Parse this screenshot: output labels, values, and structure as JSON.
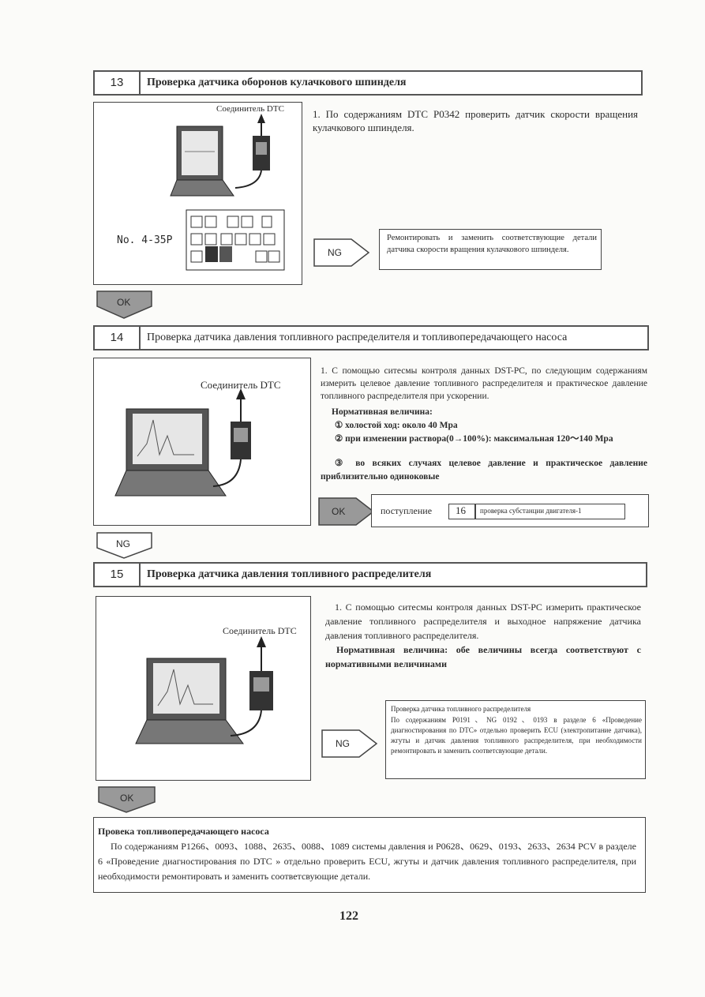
{
  "section13": {
    "number": "13",
    "title": "Проверка датчика оборонов кулачкового шпинделя",
    "connector_caption": "Соединитель DTC",
    "ref_label": "No. 4-35P",
    "step1": "1. По содержаниям DTC P0342 проверить датчик скорости вращения кулачкового шпинделя.",
    "ng_label": "NG",
    "ng_text": "Ремонтировать и заменить соответствующие детали датчика скорости вращения кулачкового шпинделя.",
    "ok_label": "OK"
  },
  "section14": {
    "number": "14",
    "title": "Проверка датчика давления топливного распределителя и топливопередачающего насоса",
    "connector_caption": "Соединитель DTC",
    "step1": "1. С помощью ситесмы контроля данных DST-PC, по следующим содержаниям измерить целевое давление топливного распределителя и практическое давление топливного распределителя при ускорении.",
    "norm_heading": "Нормативная величина:",
    "norm1": "① холостой ход: около 40 Mpa",
    "norm2": "② при изменении раствора(0→100%): максимальная 120～140 Mpa",
    "norm3": "③ во всяких случаях целевое давление и практическое давление приблизительно одиноковые",
    "ok_label": "OK",
    "goto_label": "поступление",
    "goto_number": "16",
    "goto_text": "проверка субстанции двигателя-1",
    "ng_label": "NG"
  },
  "section15": {
    "number": "15",
    "title": "Проверка датчика давления топливного распределителя",
    "connector_caption": "Соединитель DTC",
    "step1": "1. С помощью ситесмы контроля данных DST-PC измерить практическое давление топливного распределителя и выходное напряжение датчика давления топливного распределителя.",
    "norm_text": "Нормативная величина: обе величины всегда соответствуют с нормативными величинами",
    "ng_label": "NG",
    "ng_title": "Проверка датчика топливного распределителя",
    "ng_text": "По содержаниям P0191、NG 0192、0193 в разделе 6 «Проведение диагностирования по DTC» отдельно проверить ECU (электропитание датчика), жгуты и датчик давления топливного распределителя, при необходимости ремонтировать и заменить соответсвующие детали.",
    "ok_label": "OK"
  },
  "pump": {
    "title": "Провека топливопередачающего насоса",
    "text": "По содержаниям P1266、0093、1088、2635、0088、1089 системы давления и P0628、0629、0193、2633、2634 PCV в разделе 6 «Проведение диагностирования по DTC » отдельно проверить ECU, жгуты и датчик давления топливного распределителя, при необходимости ремонтировать и заменить соответсвующие детали."
  },
  "page_number": "122"
}
